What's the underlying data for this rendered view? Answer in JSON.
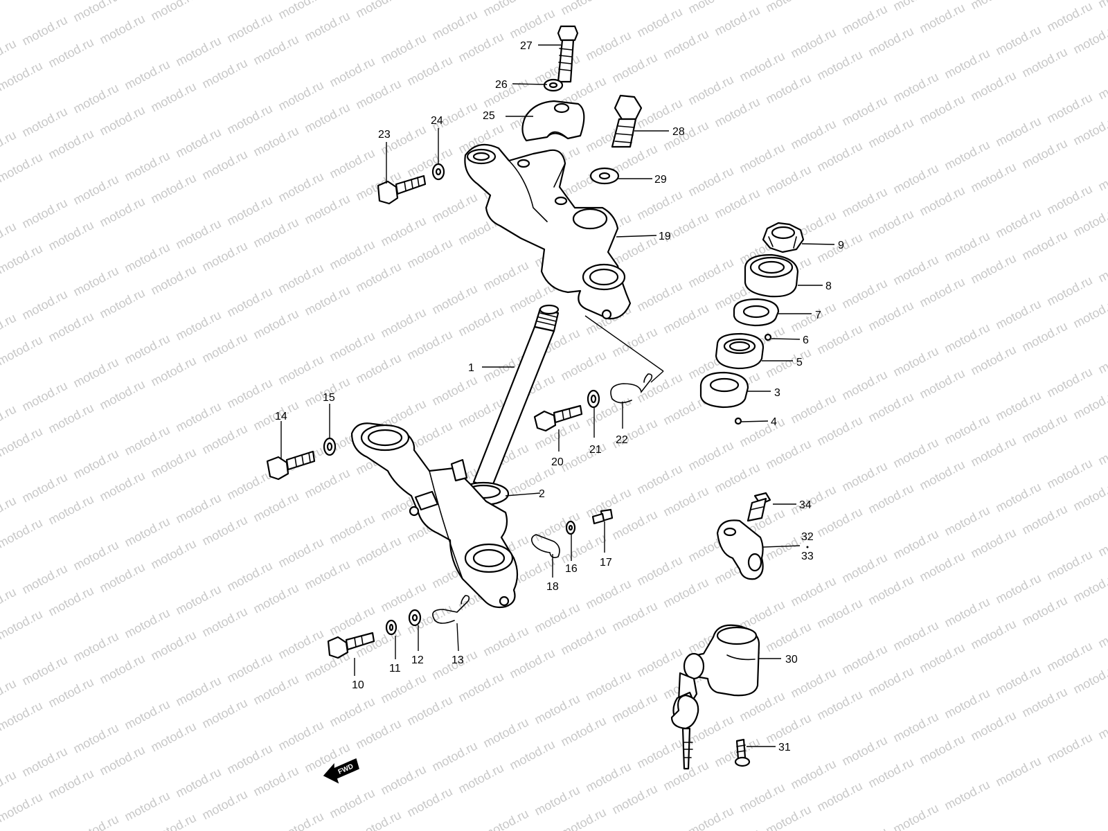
{
  "watermark": "motod.ru",
  "fwd_label": "FWD",
  "callouts": {
    "c1": "1",
    "c2": "2",
    "c3": "3",
    "c4": "4",
    "c5": "5",
    "c6": "6",
    "c7": "7",
    "c8": "8",
    "c9": "9",
    "c10": "10",
    "c11": "11",
    "c12": "12",
    "c13": "13",
    "c14": "14",
    "c15": "15",
    "c16": "16",
    "c17": "17",
    "c18": "18",
    "c19": "19",
    "c20": "20",
    "c21": "21",
    "c22": "22",
    "c23": "23",
    "c24": "24",
    "c25": "25",
    "c26": "26",
    "c27": "27",
    "c28": "28",
    "c29": "29",
    "c30": "30",
    "c31": "31",
    "c32": "32",
    "c33": "33",
    "c34": "34"
  }
}
